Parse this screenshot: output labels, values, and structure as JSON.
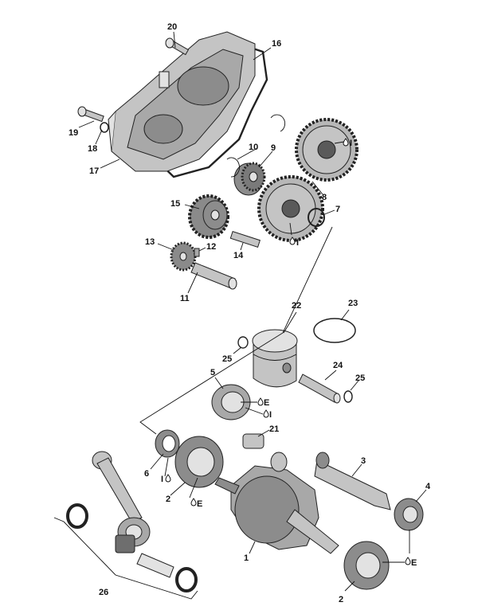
{
  "callouts": [
    {
      "id": "20",
      "text": "20"
    },
    {
      "id": "16",
      "text": "16"
    },
    {
      "id": "19",
      "text": "19"
    },
    {
      "id": "18",
      "text": "18"
    },
    {
      "id": "17",
      "text": "17"
    },
    {
      "id": "10",
      "text": "10"
    },
    {
      "id": "9",
      "text": "9"
    },
    {
      "id": "15",
      "text": "15"
    },
    {
      "id": "8",
      "text": "8"
    },
    {
      "id": "7",
      "text": "7"
    },
    {
      "id": "13",
      "text": "13"
    },
    {
      "id": "12",
      "text": "12"
    },
    {
      "id": "14",
      "text": "14"
    },
    {
      "id": "11",
      "text": "11"
    },
    {
      "id": "22",
      "text": "22"
    },
    {
      "id": "23",
      "text": "23"
    },
    {
      "id": "25a",
      "text": "25"
    },
    {
      "id": "24",
      "text": "24"
    },
    {
      "id": "25b",
      "text": "25"
    },
    {
      "id": "5",
      "text": "5"
    },
    {
      "id": "21",
      "text": "21"
    },
    {
      "id": "3",
      "text": "3"
    },
    {
      "id": "6",
      "text": "6"
    },
    {
      "id": "2a",
      "text": "2"
    },
    {
      "id": "4",
      "text": "4"
    },
    {
      "id": "1",
      "text": "1"
    },
    {
      "id": "26",
      "text": "26"
    },
    {
      "id": "2b",
      "text": "2"
    }
  ],
  "lube_marks": [
    {
      "id": "m8",
      "text": "I"
    },
    {
      "id": "m7",
      "text": "I"
    },
    {
      "id": "m5e",
      "text": "E"
    },
    {
      "id": "m5i",
      "text": "I"
    },
    {
      "id": "m6",
      "text": "I"
    },
    {
      "id": "m2",
      "text": "E"
    },
    {
      "id": "m4",
      "text": "E"
    }
  ]
}
